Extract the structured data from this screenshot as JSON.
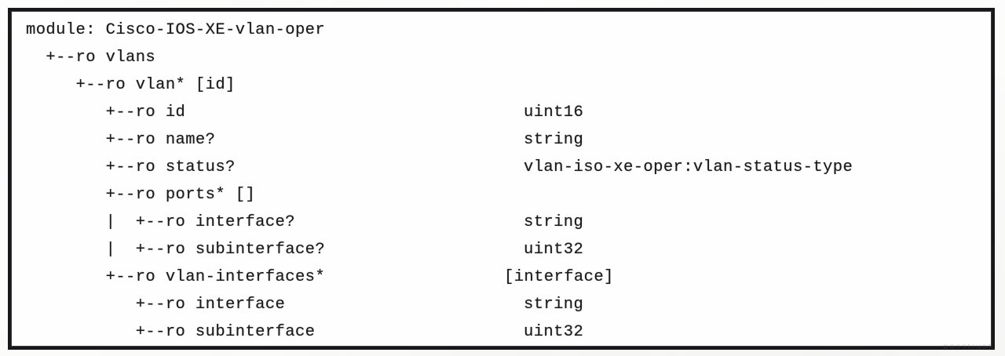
{
  "document": {
    "kind": "yang-module-tree-output",
    "module_declaration": "module: Cisco-IOS-XE-vlan-oper",
    "watermark": "passtrust"
  },
  "tree": {
    "lines": [
      {
        "path": "module: Cisco-IOS-XE-vlan-oper",
        "type": ""
      },
      {
        "path": "  +--ro vlans",
        "type": ""
      },
      {
        "path": "     +--ro vlan* [id]",
        "type": ""
      },
      {
        "path": "        +--ro id",
        "type": "uint16"
      },
      {
        "path": "        +--ro name?",
        "type": "string"
      },
      {
        "path": "        +--ro status?",
        "type": "vlan-iso-xe-oper:vlan-status-type"
      },
      {
        "path": "        +--ro ports* []",
        "type": ""
      },
      {
        "path": "        |  +--ro interface?",
        "type": "string"
      },
      {
        "path": "        |  +--ro subinterface?",
        "type": "uint32"
      },
      {
        "path": "        +--ro vlan-interfaces*",
        "type": "[interface]",
        "type_shift_left": true
      },
      {
        "path": "           +--ro interface",
        "type": "string"
      },
      {
        "path": "           +--ro subinterface",
        "type": "uint32"
      }
    ]
  },
  "colors": {
    "page_background": "#fdfdfc",
    "frame_border": "#18181a",
    "text": "#191919"
  }
}
